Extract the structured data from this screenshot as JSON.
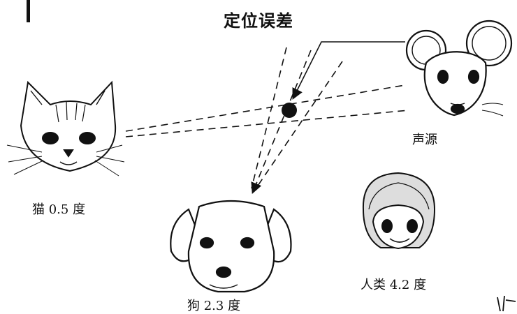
{
  "title": "定位误差",
  "labels": {
    "source": "声源",
    "cat": "猫 0.5 度",
    "dog": "狗 2.3 度",
    "human": "人类 4.2 度"
  },
  "colors": {
    "ink": "#111111",
    "background": "#ffffff"
  },
  "icons": [
    "mouse-head-icon",
    "cat-head-icon",
    "dog-head-icon",
    "human-face-icon",
    "sound-point-icon"
  ]
}
